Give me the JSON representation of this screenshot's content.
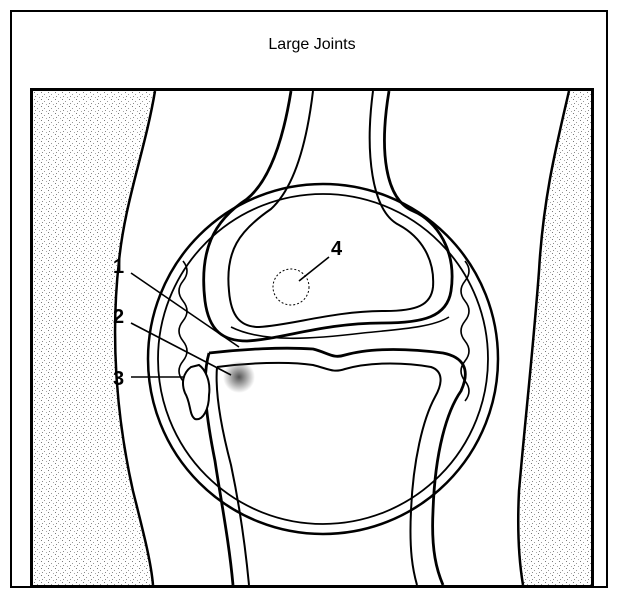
{
  "title": "Large Joints",
  "labels": [
    {
      "id": "1",
      "text": "1"
    },
    {
      "id": "2",
      "text": "2"
    },
    {
      "id": "3",
      "text": "3"
    },
    {
      "id": "4",
      "text": "4"
    }
  ],
  "colors": {
    "ink": "#000000",
    "background": "#ffffff",
    "stipple": "#9a9a9a"
  }
}
